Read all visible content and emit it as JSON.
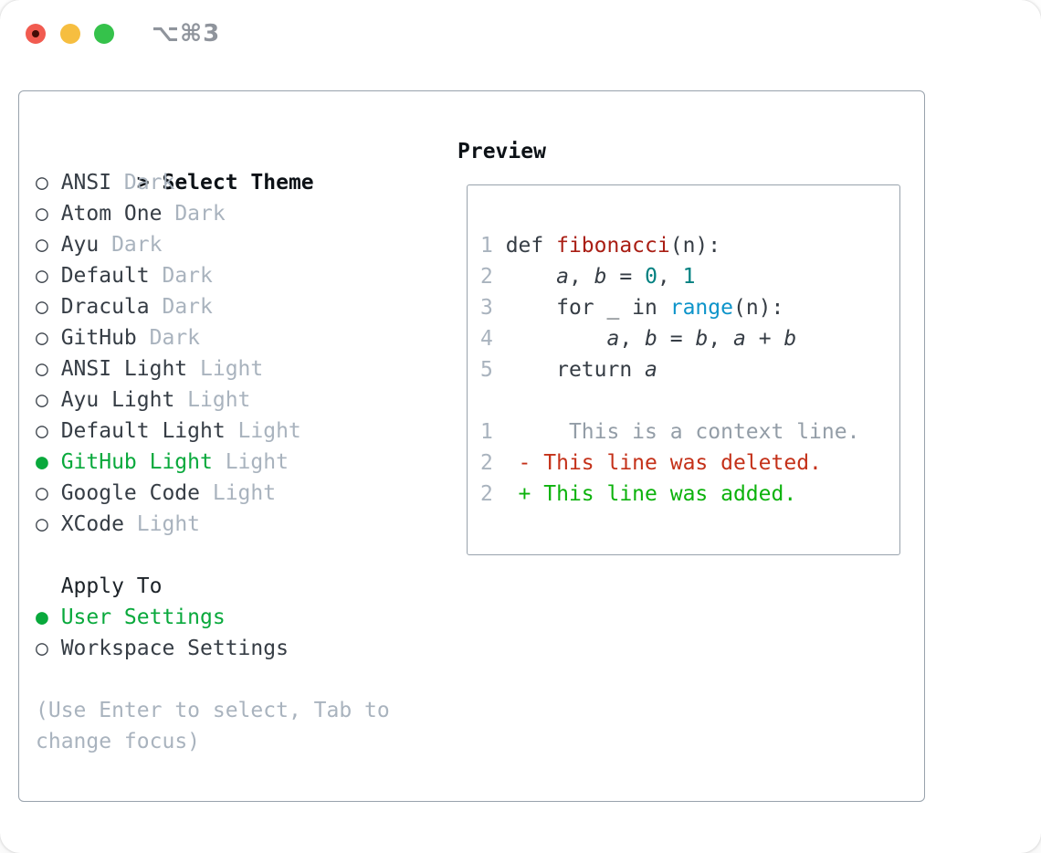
{
  "window": {
    "title": "⌥⌘3",
    "traffic_lights": [
      "close",
      "minimize",
      "zoom"
    ]
  },
  "colors": {
    "accent_green": "#09a93c",
    "added_green": "#0cb20c",
    "deleted_red": "#c43119",
    "function_red": "#a91e14",
    "number_teal": "#008080",
    "builtin_blue": "#0d94ca",
    "muted_gray": "#a9b3be",
    "context_gray": "#939da7",
    "text_dark": "#363d45",
    "border_gray": "#98a2ac",
    "traffic_red": "#f15b50",
    "traffic_yellow": "#f6be40",
    "traffic_green": "#35c24b",
    "title_gray": "#8f949c"
  },
  "glyphs": {
    "unselected_marker": "○",
    "selected_marker": "●",
    "header_marker": ">"
  },
  "theme_picker": {
    "header": "Select Theme",
    "items": [
      {
        "name": "ANSI",
        "variant": "Dark",
        "selected": false
      },
      {
        "name": "Atom One",
        "variant": "Dark",
        "selected": false
      },
      {
        "name": "Ayu",
        "variant": "Dark",
        "selected": false
      },
      {
        "name": "Default",
        "variant": "Dark",
        "selected": false
      },
      {
        "name": "Dracula",
        "variant": "Dark",
        "selected": false
      },
      {
        "name": "GitHub",
        "variant": "Dark",
        "selected": false
      },
      {
        "name": "ANSI Light",
        "variant": "Light",
        "selected": false
      },
      {
        "name": "Ayu Light",
        "variant": "Light",
        "selected": false
      },
      {
        "name": "Default Light",
        "variant": "Light",
        "selected": false
      },
      {
        "name": "GitHub Light",
        "variant": "Light",
        "selected": true
      },
      {
        "name": "Google Code",
        "variant": "Light",
        "selected": false
      },
      {
        "name": "XCode",
        "variant": "Light",
        "selected": false
      }
    ]
  },
  "apply_to": {
    "header": "Apply To",
    "options": [
      {
        "label": "User Settings",
        "selected": true
      },
      {
        "label": "Workspace Settings",
        "selected": false
      }
    ]
  },
  "hint": [
    "(Use Enter to select, Tab to",
    "change focus)"
  ],
  "preview": {
    "header": "Preview",
    "lines": [
      {
        "num": "1",
        "tokens": [
          [
            "code",
            "def "
          ],
          [
            "func",
            "fibonacci"
          ],
          [
            "code",
            "(n):"
          ]
        ]
      },
      {
        "num": "2",
        "tokens": [
          [
            "code",
            "    "
          ],
          [
            "var",
            "a"
          ],
          [
            "code",
            ", "
          ],
          [
            "var",
            "b"
          ],
          [
            "code",
            " = "
          ],
          [
            "number",
            "0"
          ],
          [
            "code",
            ", "
          ],
          [
            "number",
            "1"
          ]
        ]
      },
      {
        "num": "3",
        "tokens": [
          [
            "code",
            "    for _ in "
          ],
          [
            "builtin",
            "range"
          ],
          [
            "code",
            "(n):"
          ]
        ]
      },
      {
        "num": "4",
        "tokens": [
          [
            "code",
            "        "
          ],
          [
            "var",
            "a"
          ],
          [
            "code",
            ", "
          ],
          [
            "var",
            "b"
          ],
          [
            "code",
            " = "
          ],
          [
            "var",
            "b"
          ],
          [
            "code",
            ", "
          ],
          [
            "var",
            "a"
          ],
          [
            "code",
            " + "
          ],
          [
            "var",
            "b"
          ]
        ]
      },
      {
        "num": "5",
        "tokens": [
          [
            "code",
            "    return "
          ],
          [
            "var",
            "a"
          ]
        ]
      },
      {
        "num": "",
        "tokens": []
      },
      {
        "num": "1",
        "tokens": [
          [
            "context",
            "     This is a context line."
          ]
        ]
      },
      {
        "num": "2",
        "tokens": [
          [
            "deleted",
            " - This line was deleted."
          ]
        ]
      },
      {
        "num": "2",
        "tokens": [
          [
            "added",
            " + This line was added."
          ]
        ]
      }
    ]
  }
}
